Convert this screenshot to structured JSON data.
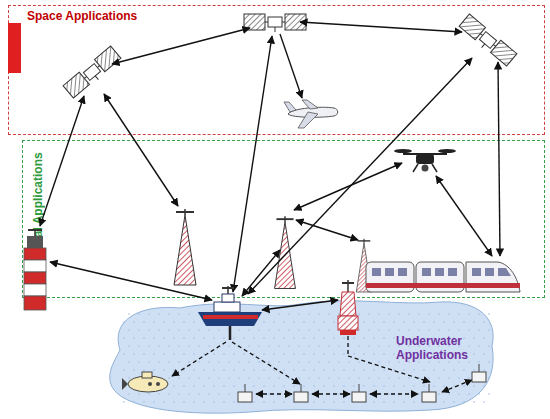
{
  "diagram": {
    "nodes": [
      {
        "text": [
          "Space Applications"
        ]
      },
      {
        "text": [
          "Terrestrial Applications"
        ]
      },
      {
        "text": [
          "Underwater Applications"
        ]
      }
    ]
  }
}
